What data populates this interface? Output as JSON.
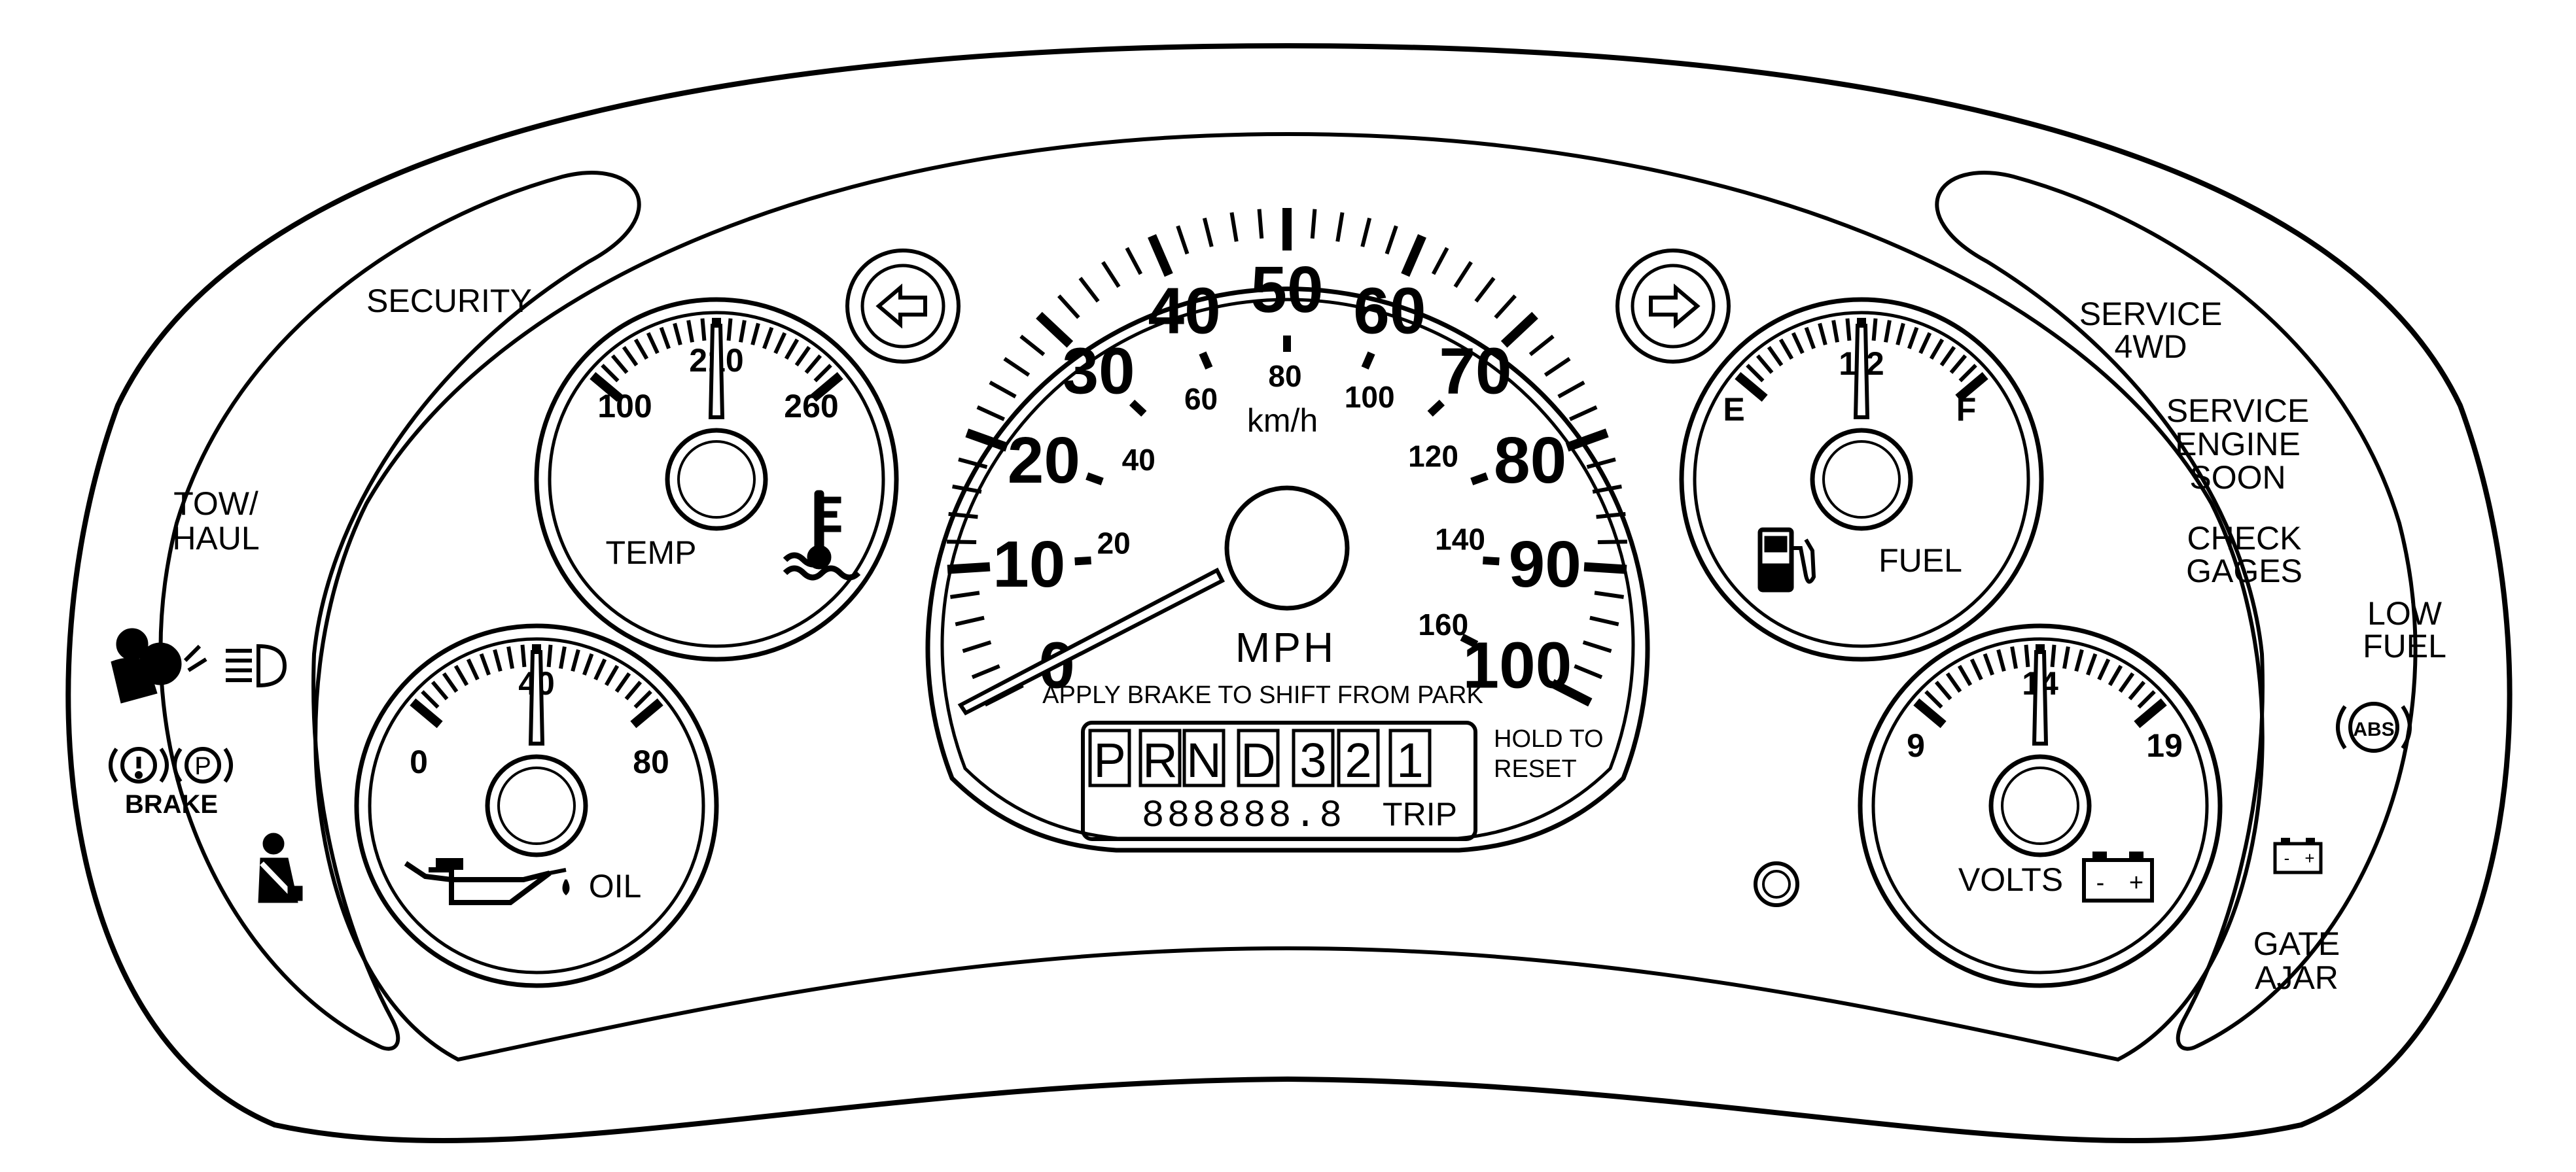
{
  "left_indicators": {
    "security": "SECURITY",
    "tow_haul": [
      "TOW/",
      "HAUL"
    ],
    "brake": "BRAKE",
    "park_letter": "P"
  },
  "right_indicators": {
    "service_4wd": [
      "SERVICE",
      "4WD"
    ],
    "service_engine_soon": [
      "SERVICE",
      "ENGINE",
      "SOON"
    ],
    "check_gages": [
      "CHECK",
      "GAGES"
    ],
    "low_fuel": [
      "LOW",
      "FUEL"
    ],
    "abs": "ABS",
    "gate_ajar": [
      "GATE",
      "AJAR"
    ]
  },
  "temp_gauge": {
    "label": "TEMP",
    "ticks": [
      "100",
      "210",
      "260"
    ]
  },
  "oil_gauge": {
    "label": "OIL",
    "ticks": [
      "0",
      "40",
      "80"
    ]
  },
  "fuel_gauge": {
    "label": "FUEL",
    "ticks": [
      "E",
      "1/2",
      "F"
    ]
  },
  "volts_gauge": {
    "label": "VOLTS",
    "ticks": [
      "9",
      "14",
      "19"
    ]
  },
  "speedometer": {
    "mph_ticks": [
      "0",
      "10",
      "20",
      "30",
      "40",
      "50",
      "60",
      "70",
      "80",
      "90",
      "100"
    ],
    "kmh_ticks": [
      "20",
      "40",
      "60",
      "80",
      "100",
      "120",
      "140",
      "160"
    ],
    "unit_mph": "MPH",
    "unit_kmh": "km/h",
    "notice": "APPLY BRAKE TO SHIFT FROM PARK"
  },
  "prndl": {
    "positions": [
      "P",
      "R",
      "N",
      "D",
      "3",
      "2",
      "1"
    ]
  },
  "odometer": {
    "digits": "888888.8",
    "trip_label": "TRIP",
    "hold_to_reset": [
      "HOLD TO",
      "RESET"
    ]
  },
  "battery_icon": {
    "minus": "-",
    "plus": "+"
  }
}
